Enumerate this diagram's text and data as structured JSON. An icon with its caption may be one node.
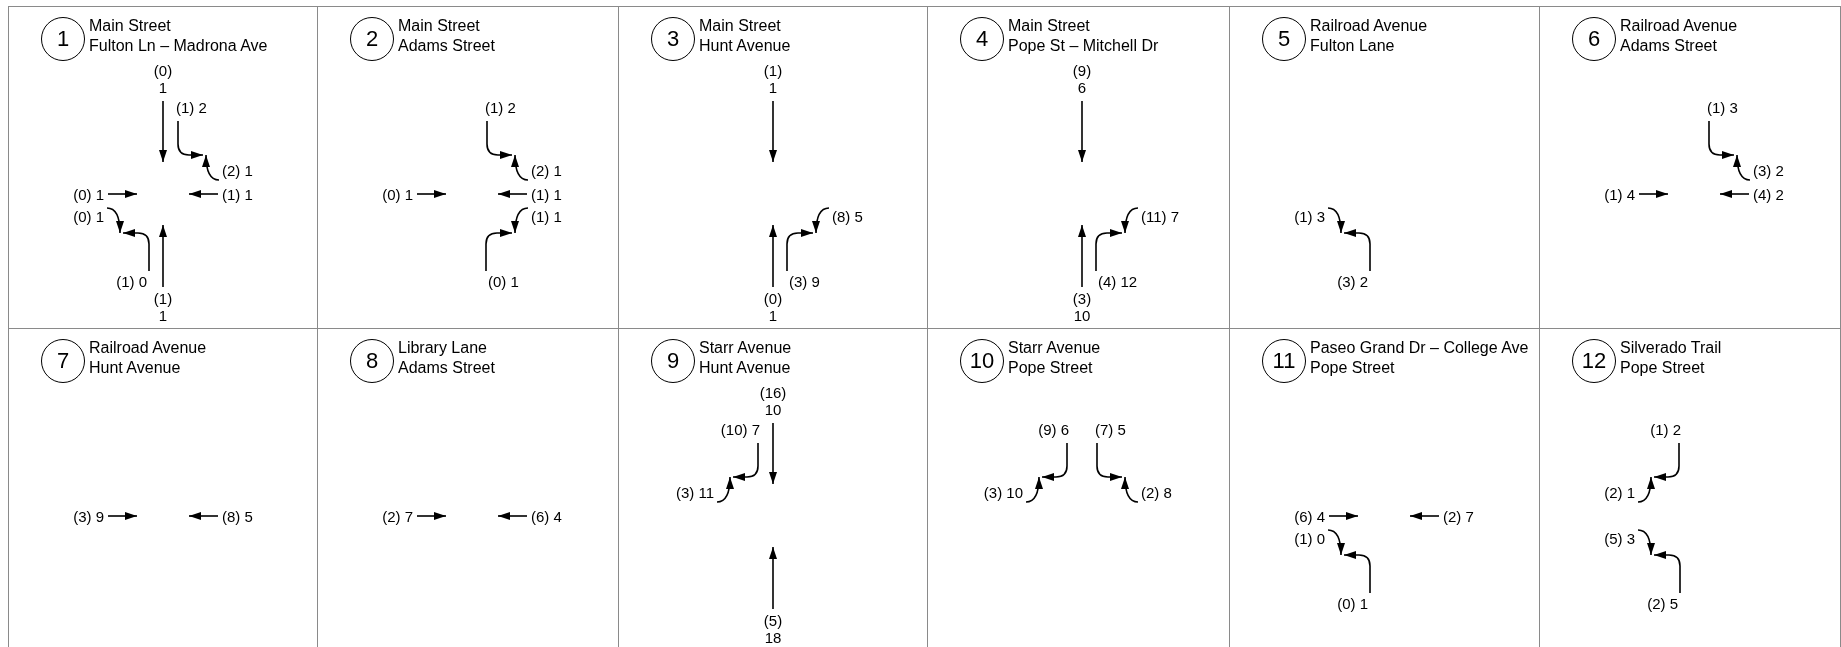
{
  "diagram": {
    "nodes": [
      {
        "text": [
          "Main Street",
          "Fulton Ln – Madrona Ave"
        ]
      },
      {
        "text": [
          "1"
        ],
        "in": 0
      },
      {
        "text": [
          "Main Street",
          "Adams Street"
        ]
      },
      {
        "text": [
          "2"
        ],
        "in": 2
      },
      {
        "text": [
          "Main Street",
          "Hunt Avenue"
        ]
      },
      {
        "text": [
          "3"
        ],
        "in": 4
      },
      {
        "text": [
          "Main Street",
          "Pope St – Mitchell Dr"
        ]
      },
      {
        "text": [
          "4"
        ],
        "in": 6
      },
      {
        "text": [
          "Railroad Avenue",
          "Fulton Lane"
        ]
      },
      {
        "text": [
          "5"
        ],
        "in": 8
      },
      {
        "text": [
          "Railroad Avenue",
          "Adams Street"
        ]
      },
      {
        "text": [
          "6"
        ],
        "in": 10
      },
      {
        "text": [
          "Railroad Avenue",
          "Hunt Avenue"
        ]
      },
      {
        "text": [
          "7"
        ],
        "in": 12
      },
      {
        "text": [
          "Library Lane",
          "Adams Street"
        ]
      },
      {
        "text": [
          "8"
        ],
        "in": 14
      },
      {
        "text": [
          "Starr Avenue",
          "Hunt Avenue"
        ]
      },
      {
        "text": [
          "9"
        ],
        "in": 16
      },
      {
        "text": [
          "Starr Avenue",
          "Pope Street"
        ]
      },
      {
        "text": [
          "10"
        ],
        "in": 18
      },
      {
        "text": [
          "Paseo Grand Dr – College Ave",
          "Pope Street"
        ]
      },
      {
        "text": [
          "11"
        ],
        "in": 20
      },
      {
        "text": [
          "Silverado Trail",
          "Pope Street"
        ]
      },
      {
        "text": [
          "12"
        ],
        "in": 22
      }
    ],
    "labels": [
      "(0) 1",
      "(1) 2",
      "(2) 1",
      "(0) 1",
      "(1) 1",
      "(0) 1",
      "(1) 0",
      "(1) 1",
      "(1) 2",
      "(2) 1",
      "(0) 1",
      "(1) 1",
      "(1) 1",
      "(0) 1",
      "(1) 1",
      "(8) 5",
      "(0) 1",
      "(3) 9",
      "(9) 6",
      "(11) 7",
      "(3) 10",
      "(4) 12",
      "(1) 3",
      "(3) 2",
      "(1) 3",
      "(3) 2",
      "(1) 4",
      "(4) 2",
      "(3) 9",
      "(8) 5",
      "(2) 7",
      "(6) 4",
      "(16) 10",
      "(10) 7",
      "(3) 11",
      "(5) 18",
      "(9) 6",
      "(7) 5",
      "(3) 10",
      "(2) 8",
      "(6) 4",
      "(2) 7",
      "(1) 0",
      "(0) 1",
      "(1) 2",
      "(2) 1",
      "(5) 3",
      "(2) 5"
    ]
  }
}
